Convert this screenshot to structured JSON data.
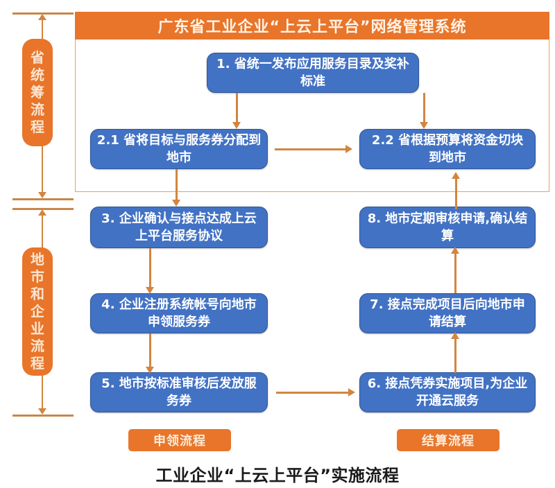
{
  "header": {
    "title": "广东省工业企业“上云上平台”网络管理系统"
  },
  "phases": [
    {
      "id": "province",
      "label": "省统筹流程"
    },
    {
      "id": "city-enterprise",
      "label": "地市和企业流程"
    }
  ],
  "boxes": [
    {
      "id": "step1",
      "text": "1. 省统一发布应用服务目录及奖补标准"
    },
    {
      "id": "step2_1",
      "text": "2.1 省将目标与服务券分配到地市"
    },
    {
      "id": "step2_2",
      "text": "2.2 省根据预算将资金切块到地市"
    },
    {
      "id": "step3",
      "text": "3. 企业确认与接点达成上云上平台服务协议"
    },
    {
      "id": "step8",
      "text": "8. 地市定期审核申请,确认结算"
    },
    {
      "id": "step4",
      "text": "4. 企业注册系统帐号向地市申领服务券"
    },
    {
      "id": "step7",
      "text": "7. 接点完成项目后向地市申请结算"
    },
    {
      "id": "step5",
      "text": "5. 地市按标准审核后发放服务券"
    },
    {
      "id": "step6",
      "text": "6. 接点凭券实施项目,为企业开通云服务"
    }
  ],
  "tags": [
    {
      "id": "apply",
      "label": "申领流程"
    },
    {
      "id": "settle",
      "label": "结算流程"
    }
  ],
  "caption": "工业企业“上云上平台”实施流程",
  "colors": {
    "orange": "#E8752A",
    "orange_line": "#D2853F",
    "blue_box": "#4272C4",
    "blue_border": "#2F5597",
    "panel_border": "#E8A05A"
  }
}
